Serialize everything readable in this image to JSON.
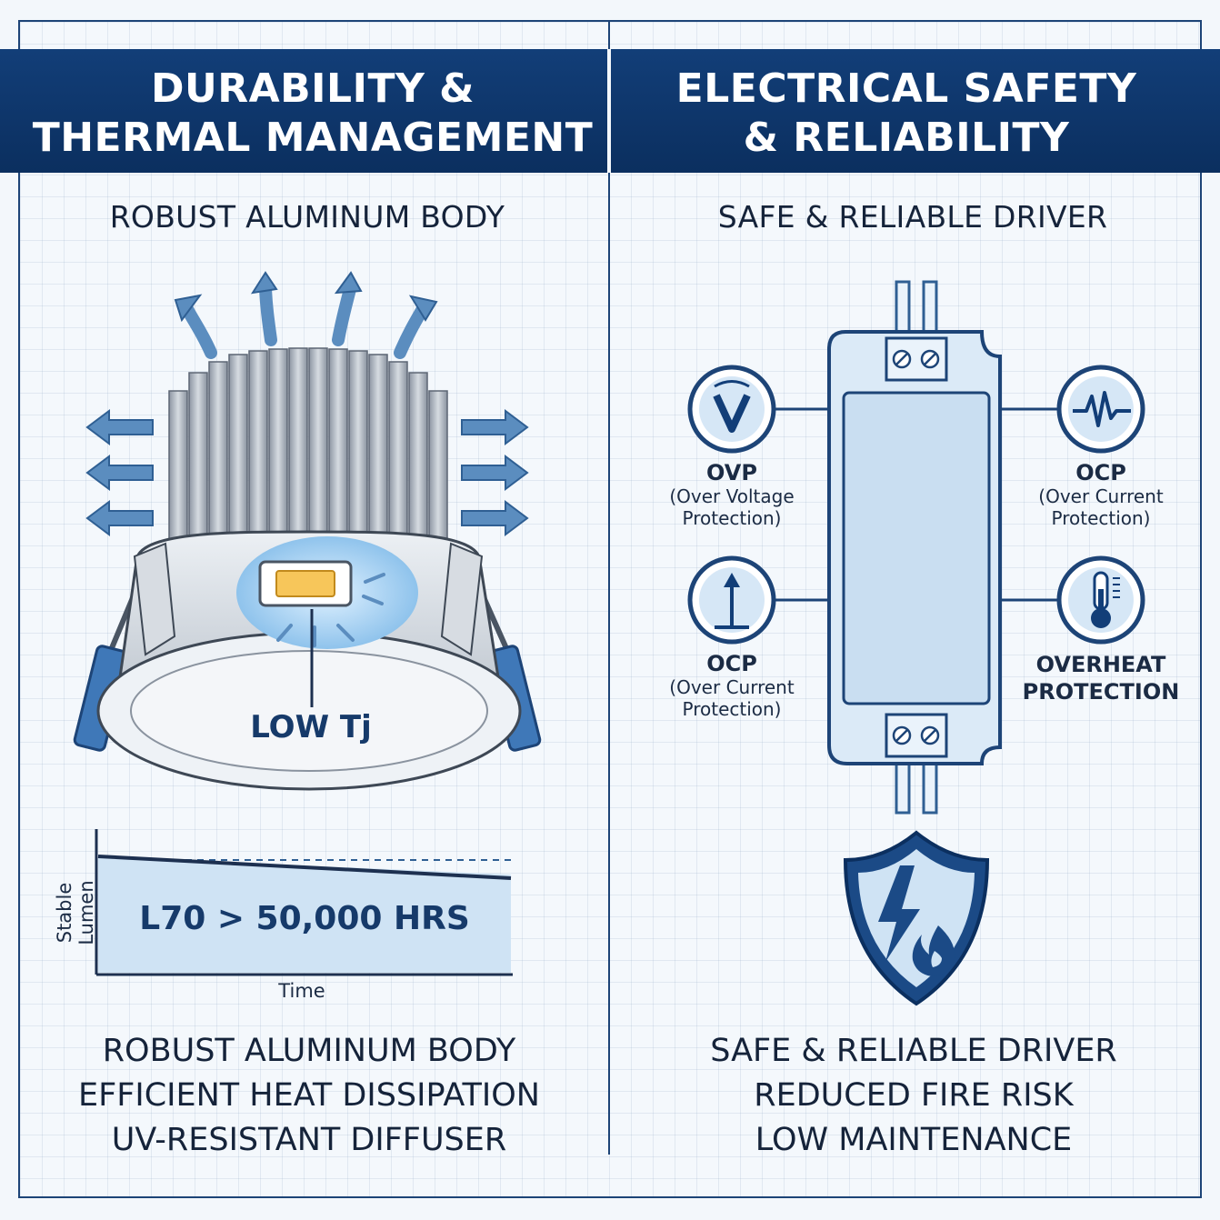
{
  "left": {
    "header": "DURABILITY &\nTHERMAL MANAGEMENT",
    "subhead": "ROBUST ALUMINUM BODY",
    "low_tj": "LOW Tj",
    "lumen_chart": {
      "ylabel": "Stable Lumen",
      "xlabel": "Time",
      "callout": "L70 > 50,000 HRS"
    },
    "footer": [
      "ROBUST ALUMINUM BODY",
      "EFFICIENT HEAT DISSIPATION",
      "UV-RESISTANT DIFFUSER"
    ]
  },
  "right": {
    "header": "ELECTRICAL SAFETY\n& RELIABILITY",
    "subhead": "SAFE & RELIABLE DRIVER",
    "protections": [
      {
        "abbr": "OVP",
        "desc_1": "(Over Voltage",
        "desc_2": "Protection)",
        "icon": "voltage-icon"
      },
      {
        "abbr": "OCP",
        "desc_1": "(Over Current",
        "desc_2": "Protection)",
        "icon": "pulse-icon"
      },
      {
        "abbr": "OCP",
        "desc_1": "(Over Current",
        "desc_2": "Protection)",
        "icon": "arrow-up-icon"
      },
      {
        "line_1": "OVERHEAT",
        "line_2": "PROTECTION",
        "icon": "thermometer-icon"
      }
    ],
    "footer": [
      "SAFE & RELIABLE DRIVER",
      "REDUCED FIRE RISK",
      "LOW MAINTENANCE"
    ]
  },
  "colors": {
    "navy": "#0b2f5f",
    "blue": "#1d4477",
    "light_blue": "#cfe3f4",
    "arrow_blue": "#5b8dbf",
    "led_yellow": "#f7c65a"
  }
}
